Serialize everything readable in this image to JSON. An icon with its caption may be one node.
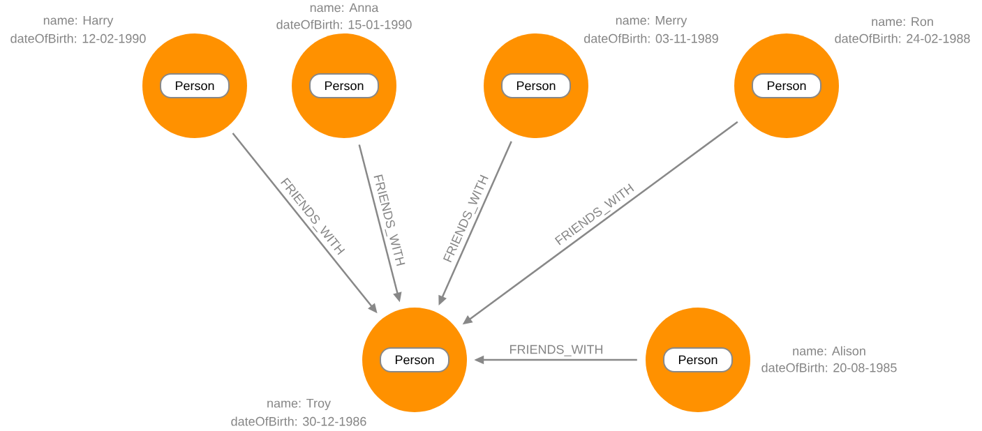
{
  "diagram": {
    "nodes": [
      {
        "text": [
          "Person"
        ],
        "beside": [
          "name: Harry",
          "dateOfBirth: 12-02-1990"
        ]
      },
      {
        "text": [
          "Person"
        ],
        "beside": [
          "name: Anna",
          "dateOfBirth: 15-01-1990"
        ]
      },
      {
        "text": [
          "Person"
        ],
        "beside": [
          "name: Merry",
          "dateOfBirth: 03-11-1989"
        ]
      },
      {
        "text": [
          "Person"
        ],
        "beside": [
          "name: Ron",
          "dateOfBirth: 24-02-1988"
        ]
      },
      {
        "text": [
          "Person"
        ],
        "beside": [
          "name: Troy",
          "dateOfBirth: 30-12-1986"
        ]
      },
      {
        "text": [
          "Person"
        ],
        "beside": [
          "name: Alison",
          "dateOfBirth: 20-08-1985"
        ]
      }
    ],
    "edges": [
      {
        "from": 0,
        "to": 4,
        "arrow": "to",
        "label": "FRIENDS_WITH"
      },
      {
        "from": 1,
        "to": 4,
        "arrow": "to",
        "label": "FRIENDS_WITH"
      },
      {
        "from": 2,
        "to": 4,
        "arrow": "to",
        "label": "FRIENDS_WITH"
      },
      {
        "from": 3,
        "to": 4,
        "arrow": "to",
        "label": "FRIENDS_WITH"
      },
      {
        "from": 5,
        "to": 4,
        "arrow": "to",
        "label": "FRIENDS_WITH"
      }
    ]
  }
}
